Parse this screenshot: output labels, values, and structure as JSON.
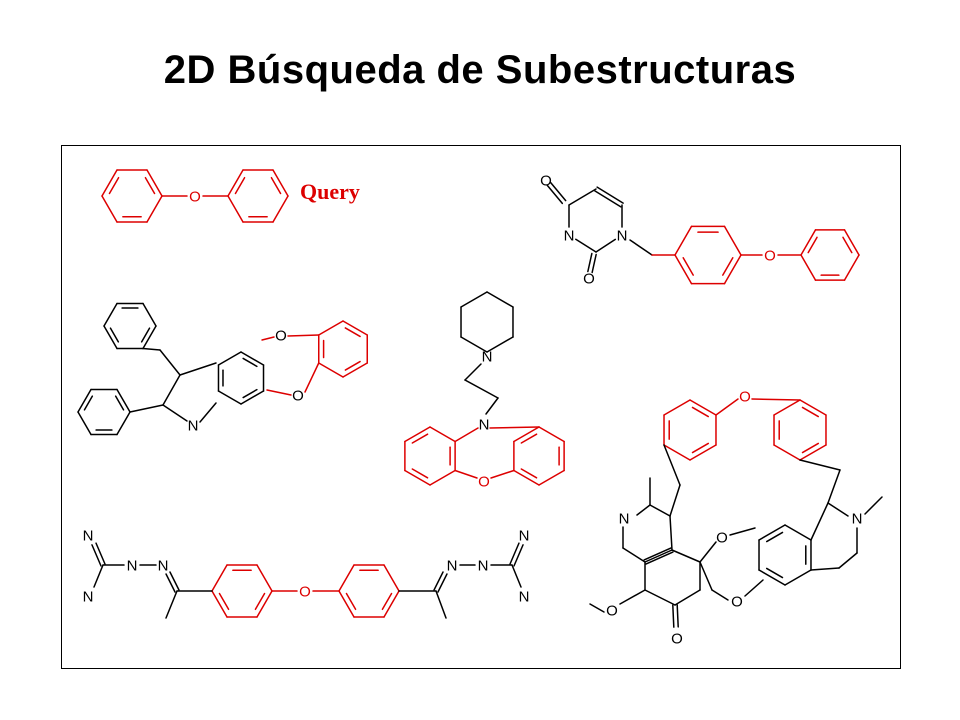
{
  "title": "2D Búsqueda de Subestructuras",
  "query_label": "Query",
  "colors": {
    "match": "#dd0000",
    "bond": "#000000",
    "text": "#000000",
    "background": "#ffffff"
  },
  "molecules": [
    {
      "id": "query",
      "atoms": [
        "O"
      ]
    },
    {
      "id": "uracil-phenoxybenzyl",
      "atoms": [
        "O",
        "N",
        "N",
        "O",
        "O"
      ]
    },
    {
      "id": "indoline-dibenzodioxin",
      "atoms": [
        "O",
        "O",
        "N"
      ]
    },
    {
      "id": "piperidinylethyl-phenoxazine",
      "atoms": [
        "N",
        "N",
        "O"
      ]
    },
    {
      "id": "bis-guanylhydrazone",
      "atoms": [
        "N",
        "N",
        "N",
        "N",
        "O",
        "N",
        "N",
        "N",
        "N"
      ]
    },
    {
      "id": "bisbenzylisoquinoline",
      "atoms": [
        "O",
        "N",
        "N",
        "O",
        "O",
        "O",
        "O"
      ]
    }
  ]
}
